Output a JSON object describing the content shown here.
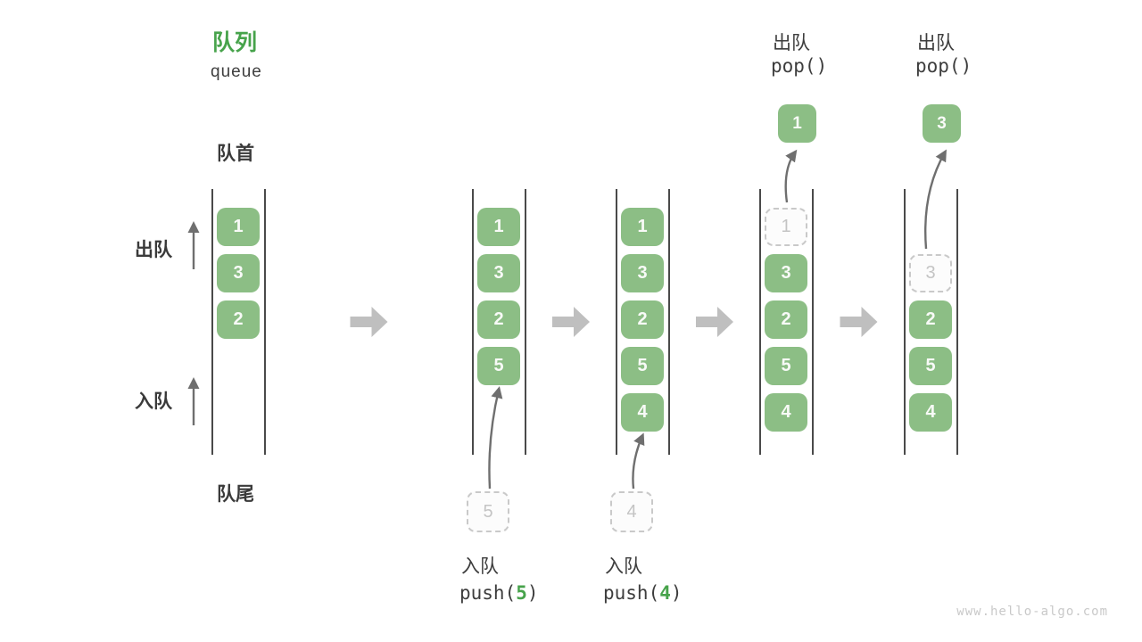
{
  "watermark": "www.hello-algo.com",
  "title": {
    "zh": "队列",
    "en": "queue"
  },
  "side_labels": {
    "front": "队首",
    "rear": "队尾",
    "dequeue": "出队",
    "enqueue": "入队"
  },
  "colors": {
    "solid_box": "#8CBE85",
    "accent_green": "#47A34B",
    "flow_arrow": "#BFBFBF",
    "thin_arrow": "#6F6F6F",
    "ghost_border": "#C9C9C9",
    "ghost_text": "#C4C4C4",
    "text_dark": "#3A3A3A",
    "rail": "#4A4A4A"
  },
  "queues": [
    {
      "name": "state-initial",
      "cells": [
        {
          "value": "1",
          "style": "solid"
        },
        {
          "value": "3",
          "style": "solid"
        },
        {
          "value": "2",
          "style": "solid"
        }
      ]
    },
    {
      "name": "state-push-5",
      "cells": [
        {
          "value": "1",
          "style": "solid"
        },
        {
          "value": "3",
          "style": "solid"
        },
        {
          "value": "2",
          "style": "solid"
        },
        {
          "value": "5",
          "style": "solid"
        }
      ],
      "push": {
        "ghost_value": "5",
        "label": "入队",
        "code_before": "push(",
        "code_arg": "5",
        "code_after": ")"
      }
    },
    {
      "name": "state-push-4",
      "cells": [
        {
          "value": "1",
          "style": "solid"
        },
        {
          "value": "3",
          "style": "solid"
        },
        {
          "value": "2",
          "style": "solid"
        },
        {
          "value": "5",
          "style": "solid"
        },
        {
          "value": "4",
          "style": "solid"
        }
      ],
      "push": {
        "ghost_value": "4",
        "label": "入队",
        "code_before": "push(",
        "code_arg": "4",
        "code_after": ")"
      }
    },
    {
      "name": "state-pop-1",
      "cells": [
        {
          "value": "1",
          "style": "ghost"
        },
        {
          "value": "3",
          "style": "solid"
        },
        {
          "value": "2",
          "style": "solid"
        },
        {
          "value": "5",
          "style": "solid"
        },
        {
          "value": "4",
          "style": "solid"
        }
      ],
      "pop": {
        "label": "出队",
        "code": "pop()",
        "popped_value": "1",
        "ghost_slot": 0
      }
    },
    {
      "name": "state-pop-3",
      "cells": [
        {
          "style": "empty"
        },
        {
          "value": "3",
          "style": "ghost"
        },
        {
          "value": "2",
          "style": "solid"
        },
        {
          "value": "5",
          "style": "solid"
        },
        {
          "value": "4",
          "style": "solid"
        }
      ],
      "pop": {
        "label": "出队",
        "code": "pop()",
        "popped_value": "3",
        "ghost_slot": 1
      }
    }
  ]
}
